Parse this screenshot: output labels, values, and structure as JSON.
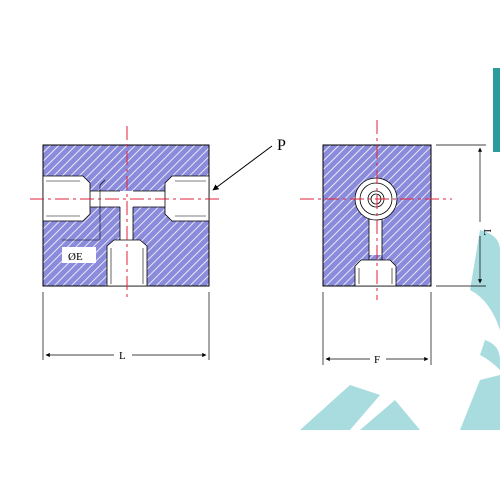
{
  "labels": {
    "pointer": "P",
    "bore_diameter": "ØE",
    "length_front": "L",
    "length_side": "L",
    "width_side": "F"
  },
  "colors": {
    "body_fill": "#8b8bdc",
    "hatch": "#ffffff",
    "outline": "#000000",
    "centerline": "#e0203a",
    "watermark": "#a9dcdf",
    "teal_bar": "#2a9c9e"
  }
}
